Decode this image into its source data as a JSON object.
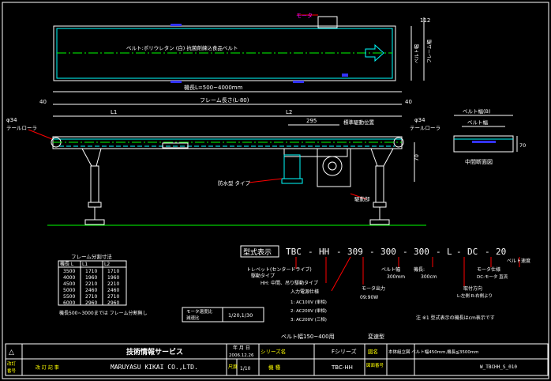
{
  "top_view": {
    "motor_label": "モータ",
    "belt_label": "ベルト:ポリウレタン (白) 抗菌剤練込食品ベルト",
    "dim_112": "112",
    "dim_belt_width": "ベルト幅",
    "dim_frame_width": "フレーム幅"
  },
  "side_view": {
    "overall_length": "機長L=500~4000mm",
    "frame_length": "フレーム長さ(L-80)",
    "dim_40_left": "40",
    "dim_40_right": "40",
    "dim_L1": "L1",
    "dim_L2": "L2",
    "dim_295": "295",
    "sensor_label": "標準駆動位置",
    "roller_left_dia": "φ34",
    "roller_left_label": "テールローラ",
    "roller_right_dia": "φ34",
    "roller_right_label": "テールローラ",
    "motor_type_label": "防水型",
    "motor_type_suffix": "タイプ",
    "drive_label": "駆動部",
    "dim_height": "70"
  },
  "cross_section": {
    "belt_width_label": "ベルト幅(B)",
    "belt_label": "ベルト幅",
    "dim_70": "70",
    "title": "中間断面図"
  },
  "frame_table": {
    "title": "フレーム分割寸法",
    "headers": [
      "機長 L",
      "L1",
      "L2"
    ],
    "rows": [
      [
        "3500",
        "1710",
        "1710"
      ],
      [
        "4000",
        "1960",
        "1960"
      ],
      [
        "4500",
        "2210",
        "2210"
      ],
      [
        "5000",
        "2460",
        "2460"
      ],
      [
        "5500",
        "2710",
        "2710"
      ],
      [
        "6000",
        "2960",
        "2960"
      ]
    ],
    "note": "機長500~3000までは フレーム分割無し"
  },
  "model_code": {
    "heading": "型式表示",
    "parts": [
      "TBC",
      "HH",
      "309",
      "300",
      "300",
      "L",
      "DC",
      "20"
    ],
    "separators": [
      "-",
      "-",
      "-",
      "-",
      "-",
      "-",
      "-"
    ],
    "drive_type": "トレベット(センタードライブ)",
    "drive_type2": "駆動タイプ",
    "hh_note": "HH: 中間、吊り駆動タイプ",
    "input_power": "入力電源仕様",
    "ac100": "1: AC100V (単相)",
    "ac200": "2: AC200V (単相)",
    "ac200_3": "3: AC200V (三相)",
    "motor_output": "モータ出力",
    "motor_output_value": "09:90W",
    "belt_width": "ベルト幅",
    "belt_width_value": "300mm",
    "machine_length": "機長:",
    "machine_length_value": "300cm",
    "side_label": "取付方向",
    "side_value": "L:左側 R:右側より",
    "motor_spec": "モータ仕様",
    "motor_spec_value": "DC:モータ 直流",
    "speed": "ベルト速度",
    "footnote": "注 ※1 型式表示の機長はcm表示です"
  },
  "speed_table": {
    "label1": "モータ速度比",
    "label2": "減速比",
    "value": "1/20,1/30"
  },
  "belt_width_range": "ベルト幅150~400用",
  "change_label": "変速型",
  "title_block": {
    "delta": "△",
    "company_jp": "技術情報サービス",
    "company_en": "MARUYASU KIKAI CO.,LTD.",
    "revision_label": "改 訂 記 事",
    "date_label": "年 月 日",
    "date_value": "2006.12.26",
    "scale_label": "尺度",
    "scale_value": "1/10",
    "series_label": "シリーズ名",
    "series_value": "Fシリーズ",
    "model_label": "機 種",
    "model_value": "TBC-HH",
    "drawing_name_label": "図名",
    "drawing_name_value": "本体組立図 ベルト幅450mm,機長≦3500mm",
    "drawing_no_label": "図面番号",
    "drawing_no_value": "W_TBCHH_S_010",
    "left_cell1": "改訂",
    "left_cell2": "番号"
  }
}
